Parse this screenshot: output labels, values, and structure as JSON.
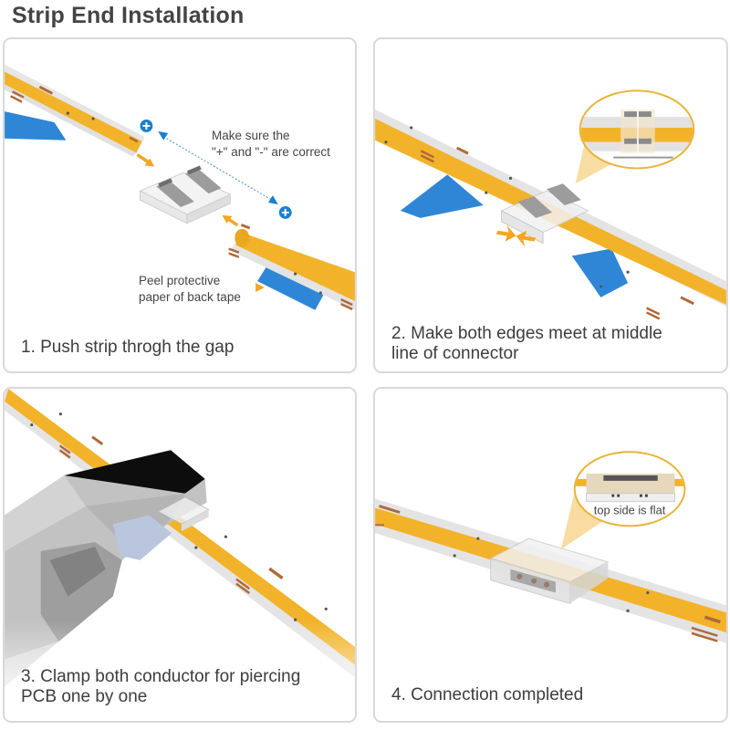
{
  "title": "Strip End Installation",
  "colors": {
    "strip_yellow": "#f2b32a",
    "strip_pcb": "#e4e4e4",
    "copper_pad": "#b0693a",
    "tape_blue": "#2f86d6",
    "arrow_orange": "#f4a622",
    "plus_blue": "#1a7fd0",
    "panel_border": "#d9d9d9",
    "text": "#3d3d3d"
  },
  "panels": [
    {
      "step": "1",
      "caption": "1. Push strip throgh the gap",
      "notes": {
        "polarity_line1": "Make sure the",
        "polarity_line2": "\"+\" and \"-\" are correct",
        "tape_line1": "Peel protective",
        "tape_line2": "paper of back tape"
      },
      "icons": [
        "plus-icon",
        "plus-icon",
        "arrow-icon",
        "arrow-icon"
      ]
    },
    {
      "step": "2",
      "caption_line1": "2. Make both edges meet at middle",
      "caption_line2": "line of connector"
    },
    {
      "step": "3",
      "caption_line1": "3. Clamp both conductor for piercing",
      "caption_line2": "PCB one by one"
    },
    {
      "step": "4",
      "caption": "4. Connection completed",
      "bubble_label": "top side is flat"
    }
  ]
}
